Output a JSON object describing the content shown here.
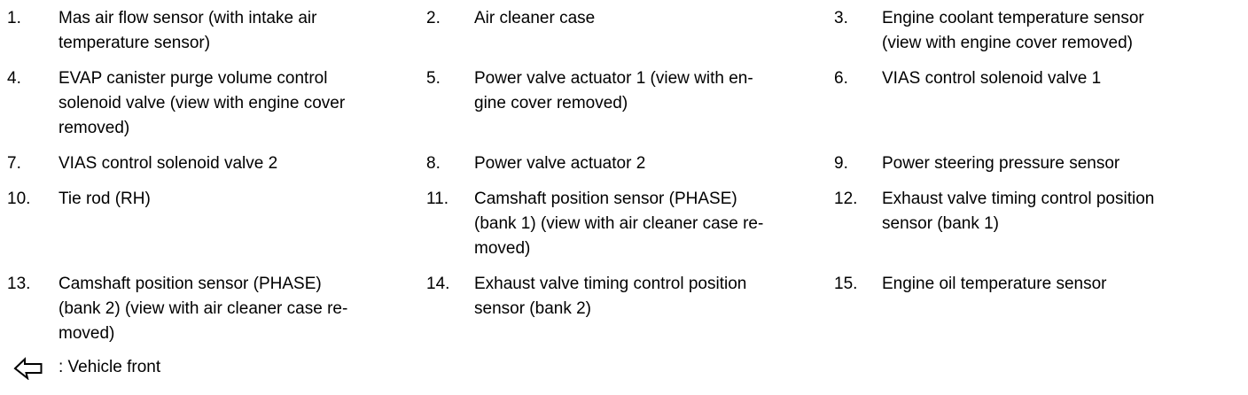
{
  "page": {
    "background": "#ffffff",
    "text_color": "#000000"
  },
  "legend": {
    "items": [
      {
        "num": "1.",
        "text": "Mas air flow sensor (with intake air\ntemperature sensor)"
      },
      {
        "num": "2.",
        "text": "Air cleaner case"
      },
      {
        "num": "3.",
        "text": "Engine coolant temperature sensor\n(view with engine cover removed)"
      },
      {
        "num": "4.",
        "text": "EVAP canister purge volume control\nsolenoid valve (view with engine cover\nremoved)"
      },
      {
        "num": "5.",
        "text": "Power valve actuator 1 (view with en-\ngine cover removed)"
      },
      {
        "num": "6.",
        "text": "VIAS control solenoid valve 1"
      },
      {
        "num": "7.",
        "text": "VIAS control solenoid valve 2"
      },
      {
        "num": "8.",
        "text": "Power valve actuator 2"
      },
      {
        "num": "9.",
        "text": "Power steering pressure sensor"
      },
      {
        "num": "10.",
        "text": "Tie rod (RH)"
      },
      {
        "num": "11.",
        "text": "Camshaft position sensor (PHASE)\n(bank 1) (view with air cleaner case re-\nmoved)"
      },
      {
        "num": "12.",
        "text": "Exhaust valve timing control position\nsensor (bank 1)"
      },
      {
        "num": "13.",
        "text": "Camshaft position sensor (PHASE)\n(bank 2) (view with air cleaner case re-\nmoved)"
      },
      {
        "num": "14.",
        "text": "Exhaust valve timing control position\nsensor (bank 2)"
      },
      {
        "num": "15.",
        "text": "Engine oil temperature sensor"
      }
    ],
    "vehicle_front": {
      "icon": "left-open-arrow-icon",
      "label": ": Vehicle front"
    }
  }
}
